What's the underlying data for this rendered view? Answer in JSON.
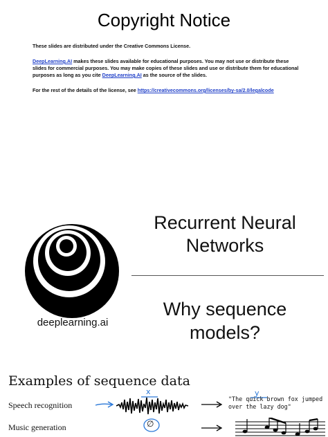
{
  "slide1": {
    "title": "Copyright Notice",
    "line1": "These slides are distributed under the Creative Commons License.",
    "para2_link1": "DeepLearning.AI",
    "para2_text_a": " makes these slides available for educational purposes. You may not use or distribute these slides for commercial purposes. You may make copies of these slides and use or distribute them for educational purposes as long as you cite ",
    "para2_link2": "DeepLearning.AI",
    "para2_text_b": " as the source of the slides.",
    "para3_text": "For the rest of the details of the license, see ",
    "para3_link": "https://creativecommons.org/licenses/by-sa/2.0/legalcode"
  },
  "slide2": {
    "title_line1": "Recurrent Neural",
    "title_line2": "Networks",
    "subtitle_line1": "Why sequence",
    "subtitle_line2": "models?",
    "logo_text": "deeplearning.ai"
  },
  "slide3": {
    "title": "Examples of sequence data",
    "rows": [
      {
        "label": "Speech recognition"
      },
      {
        "label": "Music generation"
      }
    ],
    "speech_output": "\"The quick brown fox jumped over the lazy dog\"",
    "annotation_x": "x",
    "annotation_y": "y",
    "annotation_empty": "∅"
  }
}
